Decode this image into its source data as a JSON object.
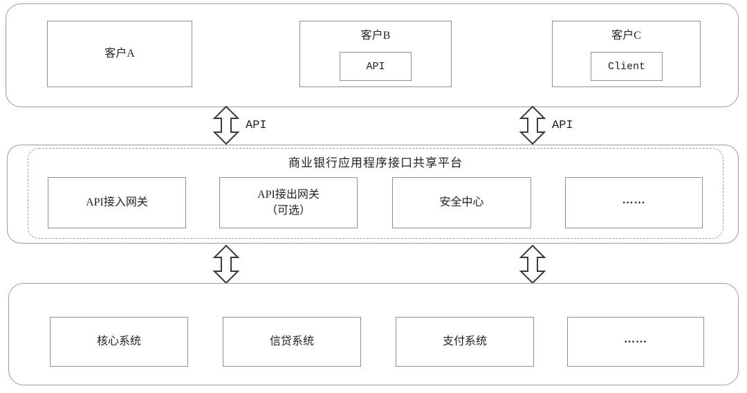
{
  "colors": {
    "background": "#ffffff",
    "section_border": "#9c9c9c",
    "box_border": "#8f8f8f",
    "dashed_border": "#9a9a9a",
    "arrow_outline": "#383838",
    "text": "#222222"
  },
  "clients_section": {
    "client_a": {
      "label": "客户A"
    },
    "client_b": {
      "label": "客户B",
      "inner_label": "API"
    },
    "client_c": {
      "label": "客户C",
      "inner_label": "Client"
    }
  },
  "api_links": {
    "left_label": "API",
    "right_label": "API"
  },
  "platform_section": {
    "title": "商业银行应用程序接口共享平台",
    "modules": [
      {
        "label": "API接入网关"
      },
      {
        "label": "API接出网关",
        "sublabel": "（可选）"
      },
      {
        "label": "安全中心"
      },
      {
        "label": "……"
      }
    ]
  },
  "systems_section": {
    "systems": [
      {
        "label": "核心系统"
      },
      {
        "label": "信贷系统"
      },
      {
        "label": "支付系统"
      },
      {
        "label": "……"
      }
    ]
  }
}
